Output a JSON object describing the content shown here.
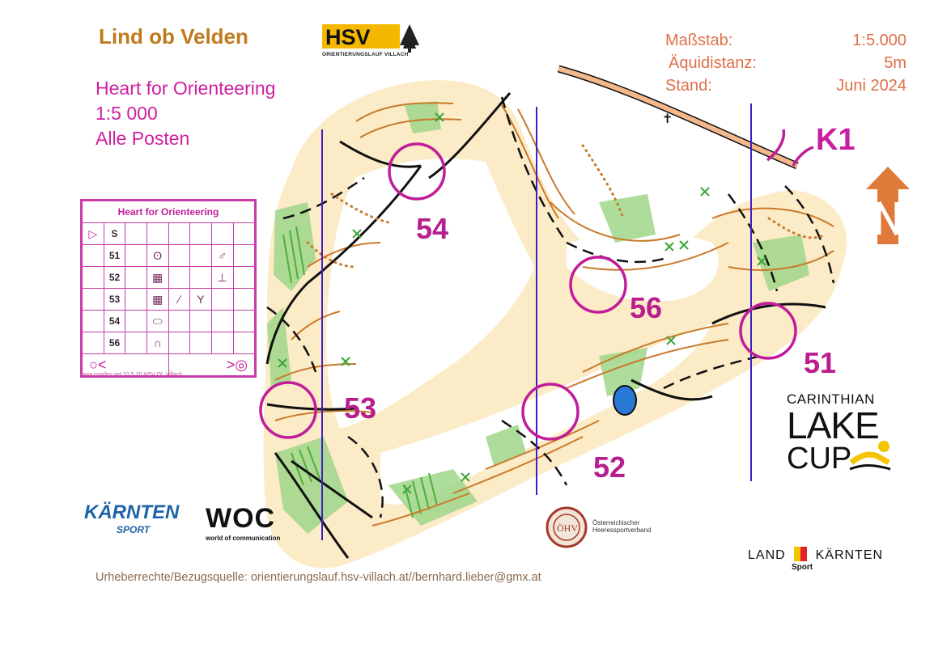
{
  "header": {
    "location": "Lind ob Velden",
    "event_lines": [
      "Heart for Orienteering",
      "1:5 000",
      "Alle Posten"
    ]
  },
  "map_info": {
    "labels": [
      "Maßstab:",
      "Äquidistanz:",
      "Stand:"
    ],
    "values": [
      "1:5.000",
      "5m",
      "Juni 2024"
    ]
  },
  "map": {
    "colors": {
      "purple": "#c11d9a",
      "brown": "#c97a2b",
      "green": "#4fae3a",
      "yellow": "#fbe0a8",
      "black": "#000000",
      "blue": "#2a78d6",
      "magnetic_line": "#3d1fc4"
    },
    "controls": [
      {
        "code": "K1",
        "kind": "start"
      },
      {
        "code": "54"
      },
      {
        "code": "56"
      },
      {
        "code": "51"
      },
      {
        "code": "53"
      },
      {
        "code": "52"
      }
    ]
  },
  "control_descriptions": {
    "title": "Heart for Orienteering",
    "header_symbol": "▷",
    "header_code": "S",
    "rows": [
      {
        "code": "51",
        "feature": "pit-icon",
        "extra": "circle-arrow-icon"
      },
      {
        "code": "52",
        "feature": "cliff-icon",
        "extra": "foot-icon"
      },
      {
        "code": "53",
        "feature": "cliff-icon",
        "extra": "path-junction-icon"
      },
      {
        "code": "54",
        "feature": "boulder-icon",
        "extra": ""
      },
      {
        "code": "56",
        "feature": "hill-knoll-icon",
        "extra": ""
      }
    ],
    "footer_left": "○<",
    "footer_right": ">◎",
    "credit": "www.condes.net 10.5.10 HSV OL Villach"
  },
  "logos": {
    "hsv_main": "HSV",
    "hsv_sub": "ORIENTIERUNGSLAUF VILLACH",
    "kaernten": "KÄRNTEN",
    "kaernten_sub": "SPORT",
    "woc": "WOC",
    "woc_sub": "world of communication",
    "hsv_federation_line1": "Österreichischer",
    "hsv_federation_line2": "Heeressportverband",
    "lake_cup_1": "CARINTHIAN",
    "lake_cup_2": "LAKE",
    "lake_cup_3": "CUP",
    "land_left": "LAND",
    "land_right": "KÄRNTEN",
    "land_sub": "Sport"
  },
  "footer": {
    "copyright": "Urheberrechte/Bezugsquelle: orientierungslauf.hsv-villach.at//bernhard.lieber@gmx.at"
  }
}
